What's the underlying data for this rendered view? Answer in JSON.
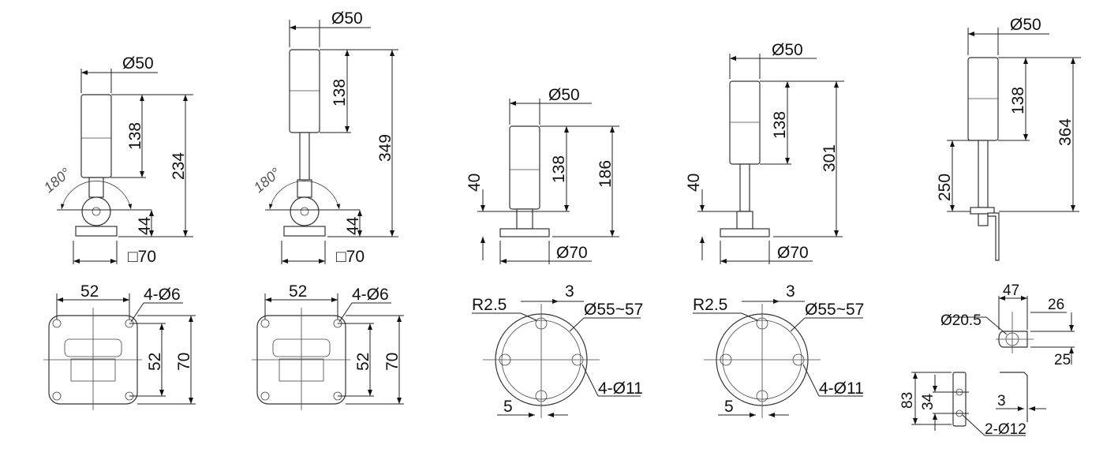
{
  "views": {
    "v1_side": {
      "dia": "Ø50",
      "h_lamp": "138",
      "h_total": "234",
      "angle": "180°",
      "h_base": "44",
      "base": "□70"
    },
    "v2_side": {
      "dia": "Ø50",
      "h_lamp": "138",
      "h_total": "349",
      "angle": "180°",
      "h_base": "44",
      "base": "□70"
    },
    "v3_side": {
      "dia": "Ø50",
      "h_base": "40",
      "h_lamp": "138",
      "h_total": "186",
      "base": "Ø70"
    },
    "v4_side": {
      "dia": "Ø50",
      "h_base": "40",
      "h_lamp": "138",
      "h_total": "301",
      "base": "Ø70"
    },
    "v5_side": {
      "dia": "Ø50",
      "h_lamp": "138",
      "h_total": "364",
      "h_pole": "250"
    },
    "v1_bottom": {
      "w": "52",
      "holes": "4-Ø6",
      "h": "52",
      "h_total": "70"
    },
    "v2_bottom": {
      "w": "52",
      "holes": "4-Ø6",
      "h": "52",
      "h_total": "70"
    },
    "v3_bottom": {
      "slot": "3",
      "radius": "R2.5",
      "pcd": "Ø55~57",
      "holes": "4-Ø11",
      "gap": "5"
    },
    "v4_bottom": {
      "slot": "3",
      "radius": "R2.5",
      "pcd": "Ø55~57",
      "holes": "4-Ø11",
      "gap": "5"
    },
    "v5_bracket": {
      "w": "47",
      "off": "26",
      "hole": "Ø20.5",
      "h": "25",
      "len": "83",
      "pitch": "34",
      "thick": "3",
      "holes": "2-Ø12"
    }
  }
}
